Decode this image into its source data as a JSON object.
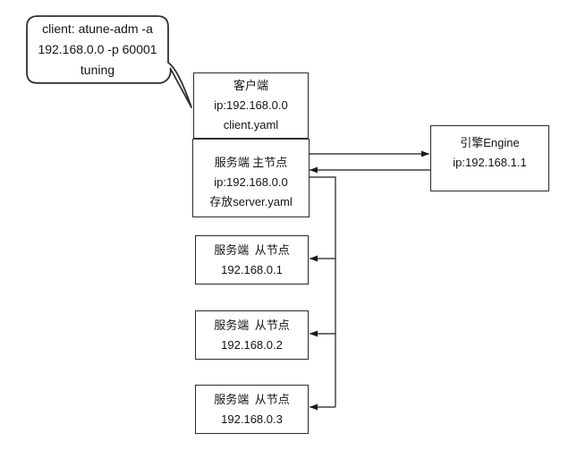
{
  "diagram": {
    "callout": {
      "line1": "client: atune-adm -a",
      "line2": "192.168.0.0 -p 60001",
      "line3": "tuning"
    },
    "nodes": {
      "client": {
        "line1": "客户端",
        "line2": "ip:192.168.0.0",
        "line3": "client.yaml"
      },
      "server_master": {
        "line1": "服务端 主节点",
        "line2": "ip:192.168.0.0",
        "line3": "存放server.yaml"
      },
      "engine": {
        "line1": "引擎Engine",
        "line2": "ip:192.168.1.1"
      },
      "slave1": {
        "line1": "服务端 从节点",
        "line2": "192.168.0.1"
      },
      "slave2": {
        "line1": "服务端 从节点",
        "line2": "192.168.0.2"
      },
      "slave3": {
        "line1": "服务端 从节点",
        "line2": "192.168.0.3"
      }
    },
    "colors": {
      "background": "#ffffff",
      "box_fill": "#ffffff",
      "box_border": "#2b2b2b",
      "line_color": "#1a1a1a",
      "text_color": "#141414"
    }
  }
}
